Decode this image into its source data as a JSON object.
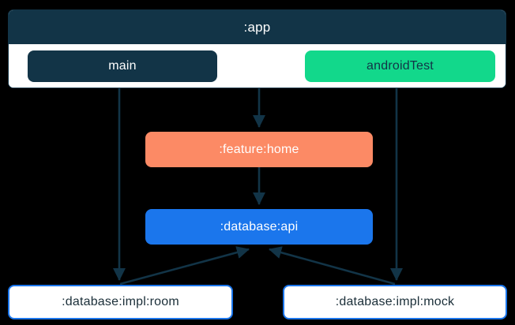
{
  "diagram": {
    "title": ":app",
    "background_color": "#000000",
    "containers": [
      {
        "id": "app",
        "label": ":app",
        "header_color": "#123447",
        "body_color": "#ffffff",
        "source_sets": [
          {
            "id": "main",
            "label": "main",
            "fill": "#123447",
            "text_color": "#ffffff"
          },
          {
            "id": "androidTest",
            "label": "androidTest",
            "fill": "#12D88B",
            "text_color": "#123447"
          }
        ]
      }
    ],
    "nodes": [
      {
        "id": "feature-home",
        "label": ":feature:home",
        "fill": "#FC8A65",
        "text_color": "#ffffff"
      },
      {
        "id": "database-api",
        "label": ":database:api",
        "fill": "#1B76EC",
        "text_color": "#ffffff"
      },
      {
        "id": "database-impl-room",
        "label": ":database:impl:room",
        "fill": "#ffffff",
        "text_color": "#1a2e38",
        "border_color": "#1B76EC"
      },
      {
        "id": "database-impl-mock",
        "label": ":database:impl:mock",
        "fill": "#ffffff",
        "text_color": "#1a2e38",
        "border_color": "#1B76EC"
      }
    ],
    "edges": [
      {
        "id": "main-to-room",
        "from": "main",
        "to": "database-impl-room",
        "style": "solid",
        "color": "#123447"
      },
      {
        "id": "app-to-feature-home",
        "from": "app",
        "to": "feature-home",
        "style": "solid",
        "color": "#123447"
      },
      {
        "id": "androidtest-to-mock",
        "from": "androidTest",
        "to": "database-impl-mock",
        "style": "solid",
        "color": "#123447"
      },
      {
        "id": "feature-home-to-database-api",
        "from": "feature-home",
        "to": "database-api",
        "style": "solid",
        "color": "#123447"
      },
      {
        "id": "room-to-database-api",
        "from": "database-impl-room",
        "to": "database-api",
        "style": "solid",
        "color": "#123447"
      },
      {
        "id": "mock-to-database-api",
        "from": "database-impl-mock",
        "to": "database-api",
        "style": "solid",
        "color": "#123447"
      }
    ]
  }
}
